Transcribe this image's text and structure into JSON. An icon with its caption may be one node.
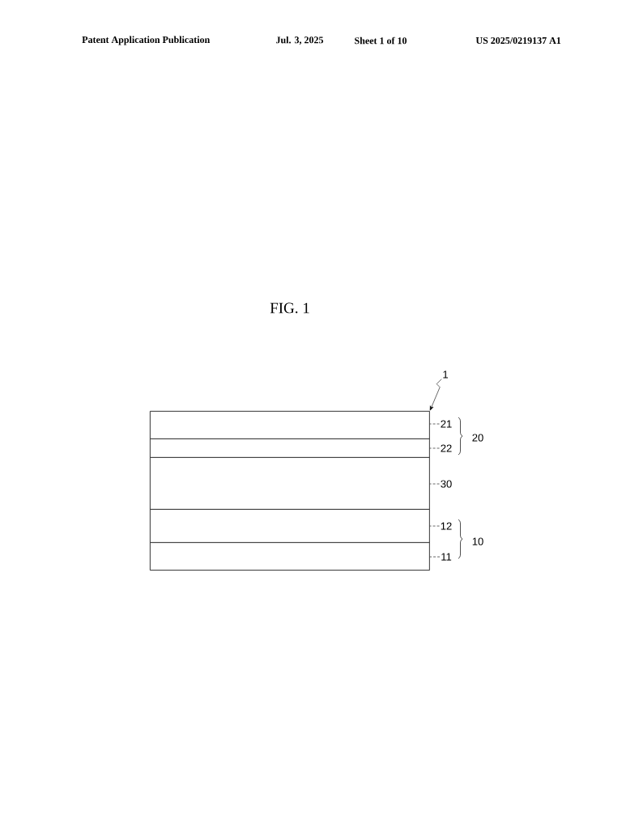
{
  "diagram": {
    "title": "FIG. 1",
    "nodes": [
      {
        "text": [],
        "shape": "box"
      },
      {
        "text": [],
        "shape": "box",
        "in": 0
      },
      {
        "text": [],
        "shape": "box",
        "in": 0
      },
      {
        "text": [],
        "shape": "box",
        "in": 0
      },
      {
        "text": [],
        "shape": "box",
        "in": 0
      },
      {
        "text": [],
        "shape": "box",
        "in": 0
      },
      {
        "text": [
          "1"
        ]
      },
      {
        "text": [
          "21"
        ]
      },
      {
        "text": [
          "22"
        ]
      },
      {
        "text": [
          "30"
        ]
      },
      {
        "text": [
          "12"
        ]
      },
      {
        "text": [
          "11"
        ]
      }
    ],
    "edges": [
      {
        "from": 6,
        "to": 0,
        "arrow": "to"
      },
      {
        "from": 7,
        "to": 1,
        "arrow": "none",
        "style": "dashed"
      },
      {
        "from": 8,
        "to": 2,
        "arrow": "none",
        "style": "dashed"
      },
      {
        "from": 9,
        "to": 3,
        "arrow": "none",
        "style": "dashed"
      },
      {
        "from": 10,
        "to": 4,
        "arrow": "none",
        "style": "dashed"
      },
      {
        "from": 11,
        "to": 5,
        "arrow": "none",
        "style": "dashed"
      }
    ],
    "labels": [
      "Patent Application Publication",
      "Jul. 3, 2025",
      "Sheet 1 of 10",
      "US 2025/0219137 A1",
      "20",
      "10"
    ]
  }
}
